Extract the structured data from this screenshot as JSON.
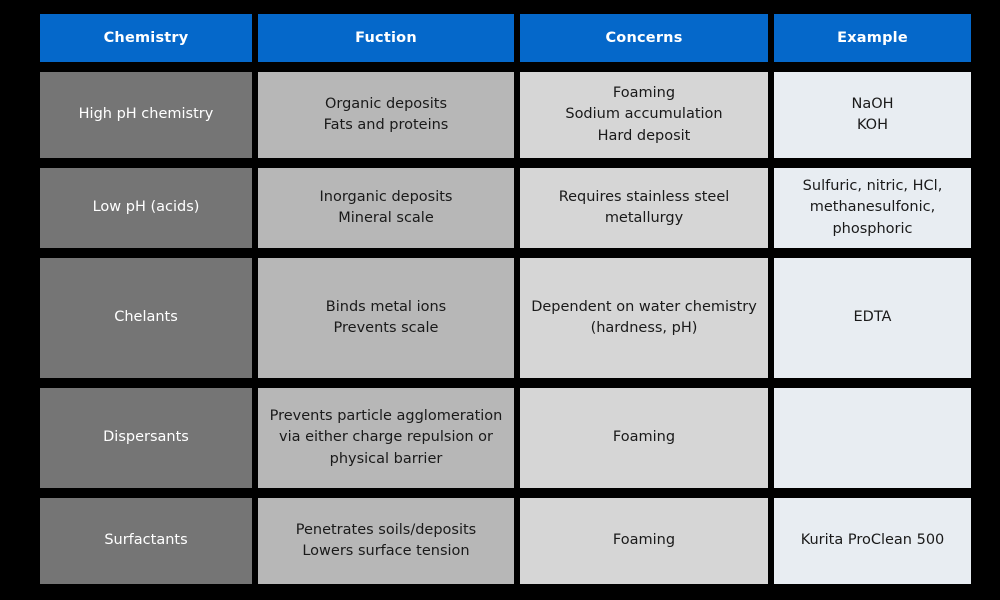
{
  "table": {
    "columns": [
      {
        "id": "chemistry",
        "label": "Chemistry"
      },
      {
        "id": "function",
        "label": "Fuction"
      },
      {
        "id": "concerns",
        "label": "Concerns"
      },
      {
        "id": "example",
        "label": "Example"
      }
    ],
    "rows": [
      {
        "chemistry": "High pH chemistry",
        "function": "Organic deposits\nFats and proteins",
        "concerns": "Foaming\nSodium accumulation\nHard deposit",
        "example": "NaOH\nKOH"
      },
      {
        "chemistry": "Low pH (acids)",
        "function": "Inorganic deposits\nMineral scale",
        "concerns": "Requires stainless steel metallurgy",
        "example": "Sulfuric, nitric, HCl, methanesulfonic, phosphoric"
      },
      {
        "chemistry": "Chelants",
        "function": "Binds metal ions\nPrevents scale",
        "concerns": "Dependent on water chemistry (hardness, pH)",
        "example": "EDTA"
      },
      {
        "chemistry": "Dispersants",
        "function": "Prevents particle agglomeration via either charge repulsion or physical barrier",
        "concerns": "Foaming",
        "example": ""
      },
      {
        "chemistry": "Surfactants",
        "function": "Penetrates soils/deposits\nLowers surface tension",
        "concerns": "Foaming",
        "example": "Kurita ProClean 500"
      }
    ]
  },
  "colors": {
    "background": "#000000",
    "header_blue": "#0568ca",
    "header_text": "#ffffff",
    "col1_gray": "#757575",
    "col2_gray": "#b7b7b7",
    "col3_gray": "#d6d6d6",
    "col4_blue_tint": "#e8edf2",
    "body_text": "#1a1a1a"
  }
}
